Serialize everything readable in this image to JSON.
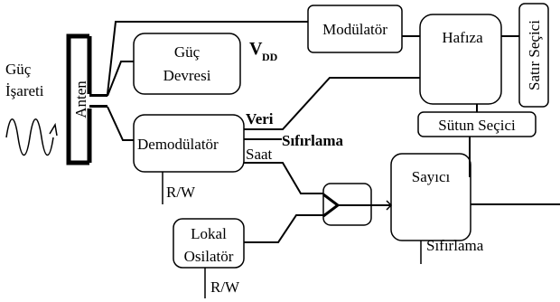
{
  "labels": {
    "power_signal_line1": "Güç",
    "power_signal_line2": "İşareti",
    "antenna": "Anten",
    "power_circuit_line1": "Güç",
    "power_circuit_line2": "Devresi",
    "vdd_main": "V",
    "vdd_sub": "DD",
    "modulator": "Modülatör",
    "memory": "Hafıza",
    "row_selector": "Satır Seçici",
    "column_selector": "Sütun Seçici",
    "demodulator": "Demodülatör",
    "data": "Veri",
    "reset_top": "Sıfırlama",
    "clock": "Saat",
    "counter": "Sayıcı",
    "rw_top": "R/W",
    "local_osc_line1": "Lokal",
    "local_osc_line2": "Osilatör",
    "reset_bottom": "Sıfırlama",
    "rw_bottom": "R/W"
  },
  "icons": {
    "wave": "sine-wave-icon",
    "and_gate": "and-gate-icon"
  },
  "colors": {
    "stroke": "#000000",
    "background": "#ffffff"
  }
}
